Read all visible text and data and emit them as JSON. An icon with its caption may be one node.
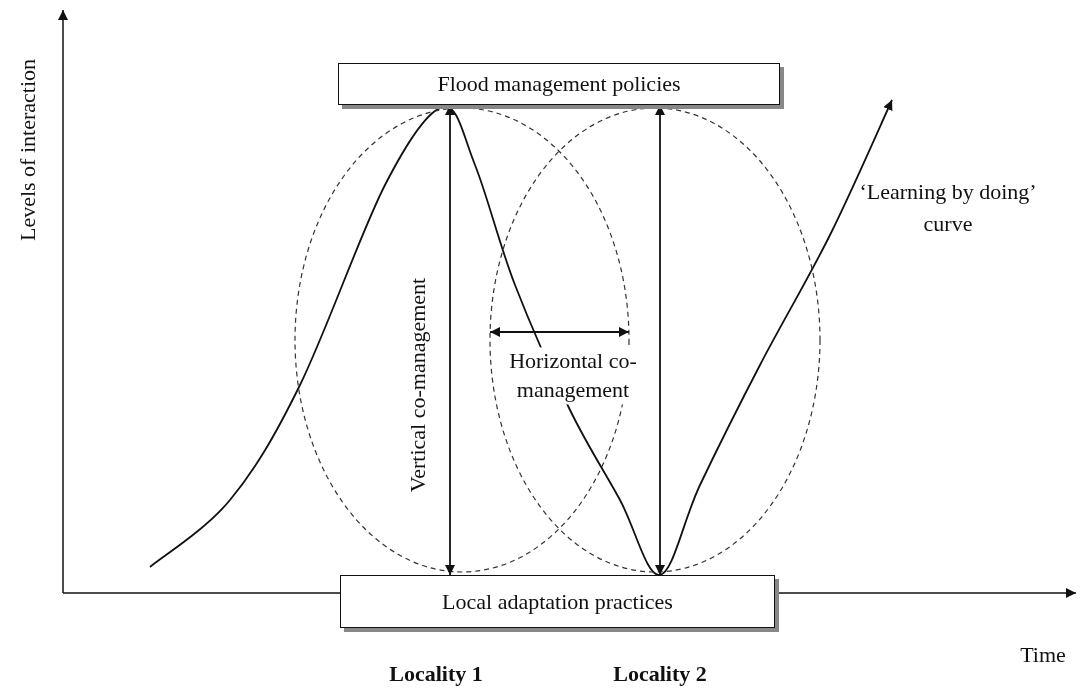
{
  "diagram": {
    "nodes": [
      {
        "text": [
          "Flood management policies"
        ]
      },
      {
        "text": [
          "Local adaptation practices"
        ]
      }
    ],
    "edges": [
      {
        "from": 0,
        "to": 1,
        "arrow": "both",
        "label": "Vertical co-management"
      },
      {
        "from": 0,
        "to": 1,
        "arrow": "both"
      }
    ],
    "labels": [
      "Levels of interaction",
      "‘Learning by doing’ curve",
      "Horizontal co-management",
      "Time",
      "Locality 1",
      "Locality 2"
    ]
  }
}
